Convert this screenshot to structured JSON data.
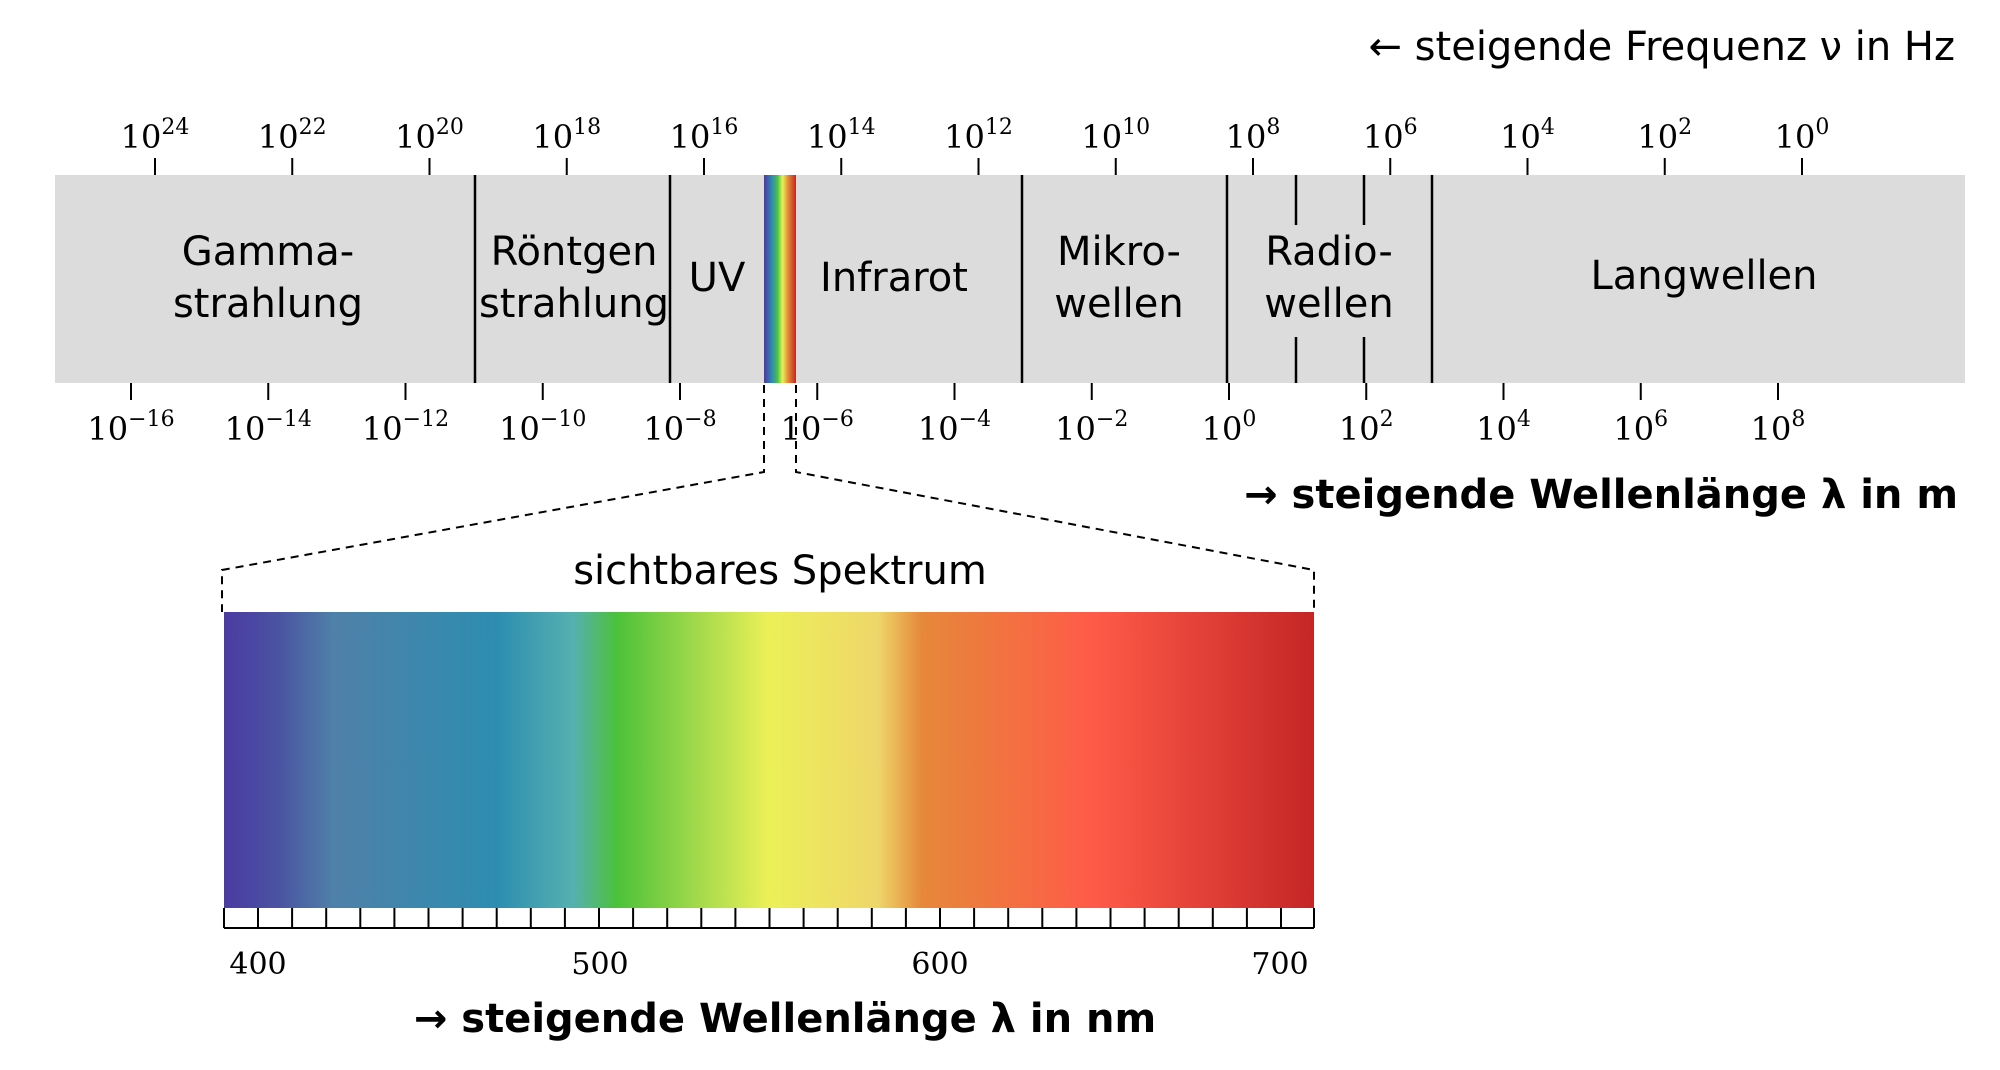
{
  "frequency_axis": {
    "label": "← steigende Frequenz ν in Hz",
    "ticks": [
      {
        "base": "10",
        "exp": "24"
      },
      {
        "base": "10",
        "exp": "22"
      },
      {
        "base": "10",
        "exp": "20"
      },
      {
        "base": "10",
        "exp": "18"
      },
      {
        "base": "10",
        "exp": "16"
      },
      {
        "base": "10",
        "exp": "14"
      },
      {
        "base": "10",
        "exp": "12"
      },
      {
        "base": "10",
        "exp": "10"
      },
      {
        "base": "10",
        "exp": "8"
      },
      {
        "base": "10",
        "exp": "6"
      },
      {
        "base": "10",
        "exp": "4"
      },
      {
        "base": "10",
        "exp": "2"
      },
      {
        "base": "10",
        "exp": "0"
      }
    ]
  },
  "wavelength_axis": {
    "label": "→ steigende Wellenlänge λ in m",
    "ticks": [
      {
        "base": "10",
        "exp": "−16"
      },
      {
        "base": "10",
        "exp": "−14"
      },
      {
        "base": "10",
        "exp": "−12"
      },
      {
        "base": "10",
        "exp": "−10"
      },
      {
        "base": "10",
        "exp": "−8"
      },
      {
        "base": "10",
        "exp": "−6"
      },
      {
        "base": "10",
        "exp": "−4"
      },
      {
        "base": "10",
        "exp": "−2"
      },
      {
        "base": "10",
        "exp": "0"
      },
      {
        "base": "10",
        "exp": "2"
      },
      {
        "base": "10",
        "exp": "4"
      },
      {
        "base": "10",
        "exp": "6"
      },
      {
        "base": "10",
        "exp": "8"
      }
    ]
  },
  "bands": {
    "gamma": {
      "line1": "Gamma-",
      "line2": "strahlung"
    },
    "xray": {
      "line1": "Röntgen",
      "line2": "strahlung"
    },
    "uv": {
      "line1": "UV"
    },
    "infrared": {
      "line1": "Infrarot"
    },
    "microwave": {
      "line1": "Mikro-",
      "line2": "wellen"
    },
    "radio": {
      "line1": "Radio-",
      "line2": "wellen"
    },
    "longwave": {
      "line1": "Langwellen"
    }
  },
  "visible": {
    "title": "sichtbares Spektrum",
    "axis_label": "→ steigende Wellenlänge λ in nm",
    "tick_labels": [
      "400",
      "500",
      "600",
      "700"
    ]
  },
  "colors": {
    "band_background": "#dcdcdc",
    "text": "#000000",
    "violet": "#4b3ba1",
    "blue": "#2d8db0",
    "green": "#4cc13a",
    "yellow": "#ecf058",
    "orange": "#e6883a",
    "red": "#ff5a48",
    "dark_red": "#c42626"
  }
}
